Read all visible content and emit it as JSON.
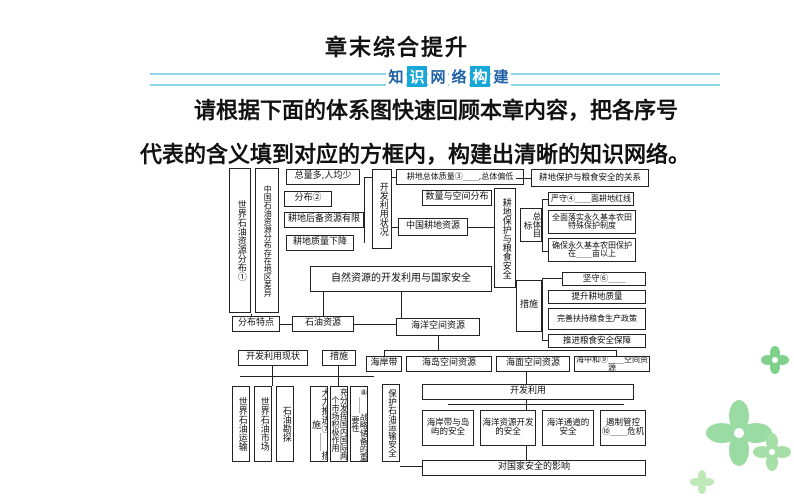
{
  "title": "章末综合提升",
  "section_chips": [
    "知",
    "识",
    "网",
    "络",
    "构",
    "建"
  ],
  "intro": {
    "line1": "请根据下面的体系图快速回顾本章内容，把各序号",
    "line2": "代表的含义填到对应的方框内，构建出清晰的知识网络。"
  },
  "diagram": {
    "world_oil": "世界石油资源分布①",
    "china_oil": "中国石油资源分布存在地区差异",
    "total_many": "总量多,人均少",
    "dist2": "分布②",
    "reserve_heavy": "耕地后备资源有限",
    "quality_decline": "耕地质量下降",
    "dev_status": "开发利用状况",
    "total_quality": "耕地总体质量③____,总体偏低",
    "quantity_space": "数量与空间分布",
    "china_land": "中国耕地资源",
    "protect_safety": "耕地保护与粮食安全",
    "relation": "耕地保护与粮食安全的关系",
    "general_goal": "总体目标",
    "strict4": "严守④____面耕地红线",
    "comprehensive": "全面落实永久基本农田特殊保护制度",
    "ensure": "确保永久基本农田保护在____亩以上",
    "keep6": "坚守⑥____",
    "improve": "提升耕地质量",
    "policy": "完善扶持粮食生产政策",
    "promote": "推进粮食安全保障",
    "measures": "措施",
    "center": "自然资源的开发利用与国家安全",
    "dist_feature": "分布特点",
    "oil_res": "石油资源",
    "ocean_res": "海洋空间资源",
    "dev_status2": "开发利用现状",
    "measures2": "措施",
    "coastal": "海岸带",
    "island": "海岛空间资源",
    "sea_surface": "海面空间资源",
    "sea_mid": "海中和⑨____空间资源",
    "dev_use": "开发利用",
    "world_trans": "世界石油运输",
    "world_market": "世界石油市场",
    "exploration": "石油勘探",
    "promote7": "大力推进⑦____措施",
    "fully_use": "充分发挥国内国际两个市场积极作用",
    "strategic8": "⑧____战略储备的重要性",
    "protect_trans": "保护石油运输安全",
    "coast_island_safety": "海岸带与岛屿的安全",
    "sea_dev_safety": "海洋资源开发的安全",
    "sea_env_safety": "海洋通道的安全",
    "control10": "遏制管控⑩____危机",
    "impact": "对国家安全的影响"
  },
  "colors": {
    "accent": "#19a7d9",
    "chip_text": "#1f5fa6",
    "rule": "#8fd7ea",
    "flower": "#7ed08a"
  }
}
